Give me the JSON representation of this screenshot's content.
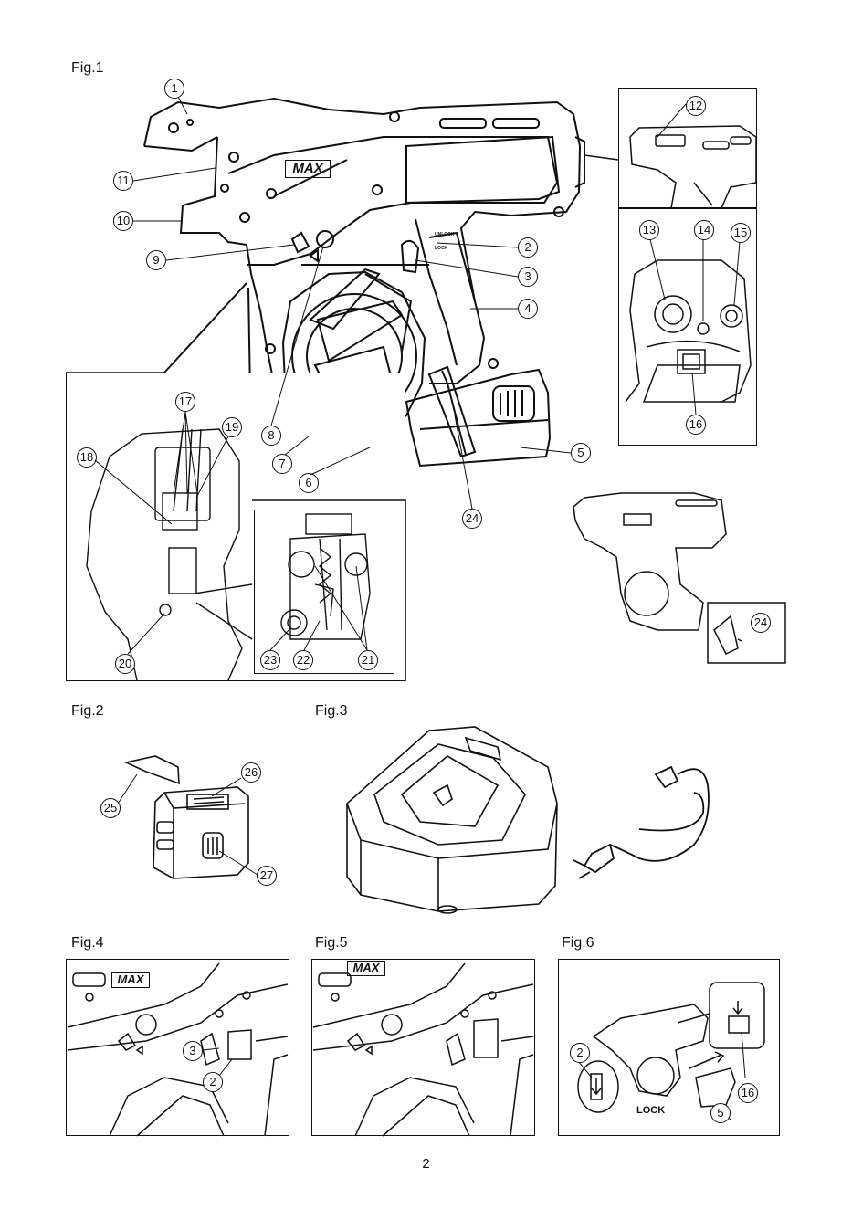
{
  "figures": {
    "fig1": "Fig.1",
    "fig2": "Fig.2",
    "fig3": "Fig.3",
    "fig4": "Fig.4",
    "fig5": "Fig.5",
    "fig6": "Fig.6"
  },
  "callouts": {
    "c1": "1",
    "c2": "2",
    "c3": "3",
    "c4": "4",
    "c5": "5",
    "c6": "6",
    "c7": "7",
    "c8": "8",
    "c9": "9",
    "c10": "10",
    "c11": "11",
    "c12": "12",
    "c13": "13",
    "c14": "14",
    "c15": "15",
    "c16": "16",
    "c17": "17",
    "c18": "18",
    "c19": "19",
    "c20": "20",
    "c21": "21",
    "c22": "22",
    "c23": "23",
    "c24": "24",
    "c25": "25",
    "c26": "26",
    "c27": "27"
  },
  "brand": "MAX",
  "lock_labels": {
    "unlock": "UNLOCK",
    "lock": "LOCK"
  },
  "fig6_lock": "LOCK",
  "page_number": "2"
}
